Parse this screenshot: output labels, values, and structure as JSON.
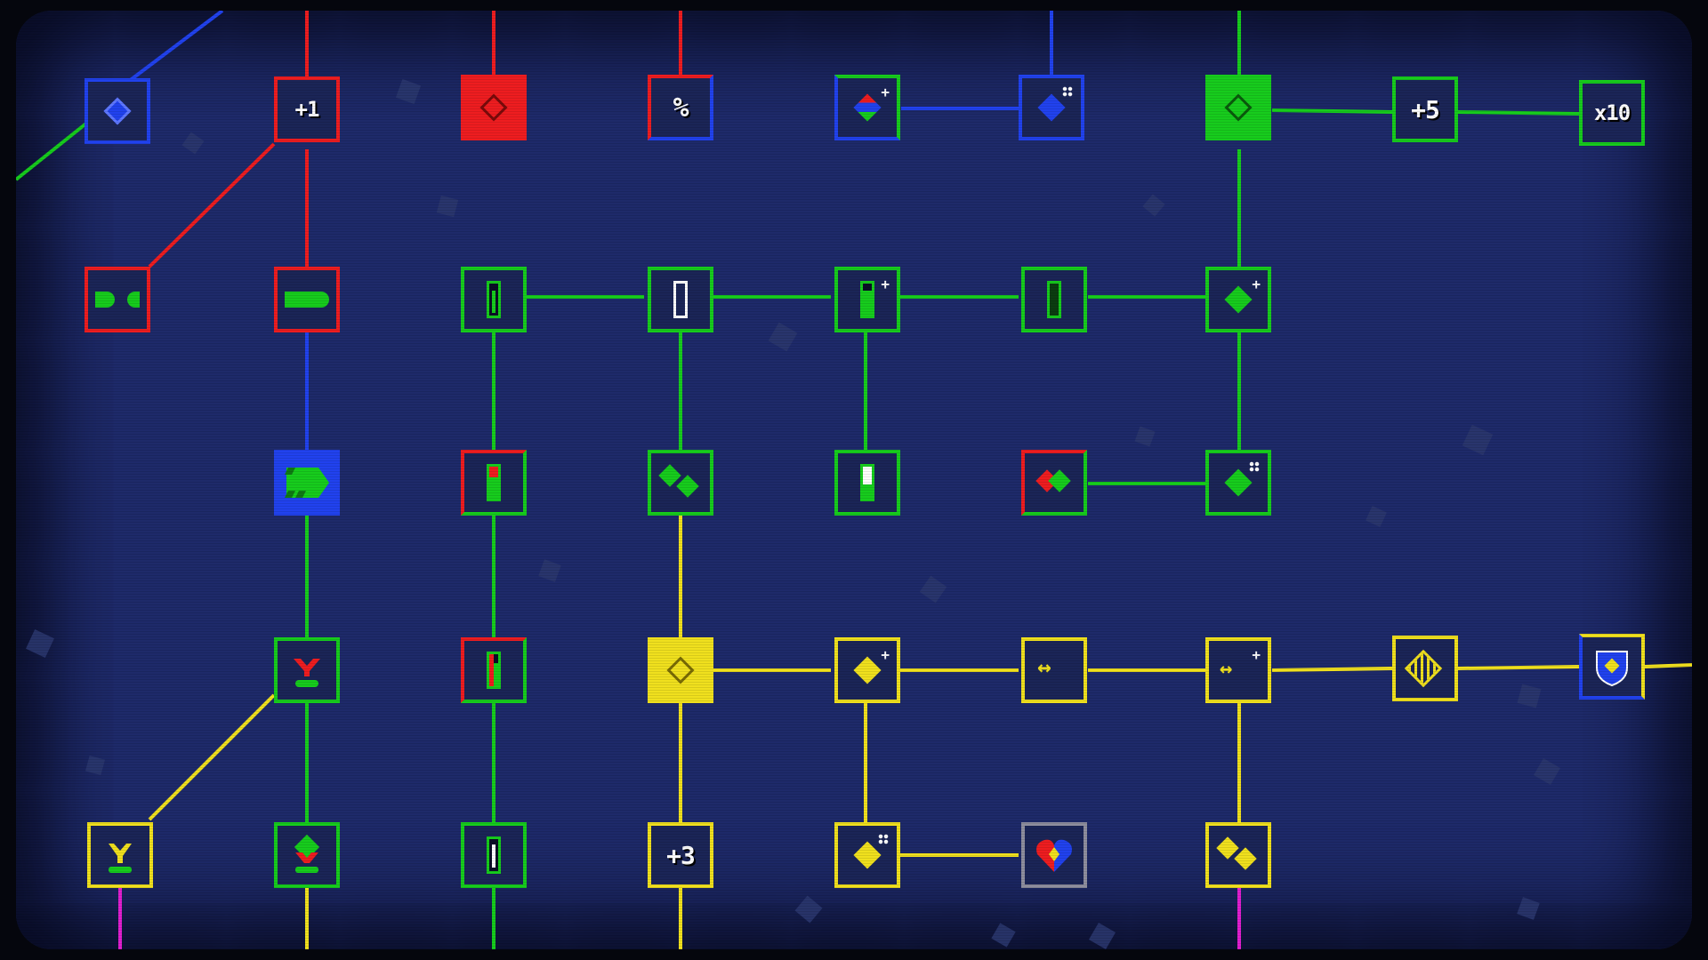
{
  "colors": {
    "background": "#1e2a6a",
    "red": "#ee1d20",
    "blue": "#2142ee",
    "green": "#17cc1d",
    "yellow": "#f0e01e",
    "magenta": "#e11fd0",
    "gray": "#8e8e9e"
  },
  "skill_tree": {
    "nodes": [
      {
        "id": "n_blue_core",
        "icon": "blue-diamond-icon",
        "label": ""
      },
      {
        "id": "n_red_plus1",
        "icon": "plus-one-turret-icon",
        "label": "+1"
      },
      {
        "id": "n_red_core",
        "icon": "red-core-diamond-icon",
        "label": ""
      },
      {
        "id": "n_percent",
        "icon": "percent-icon",
        "label": ""
      },
      {
        "id": "n_multi_diamond_plus",
        "icon": "rgb-diamond-plus-icon",
        "label": ""
      },
      {
        "id": "n_blue_diamond_dots",
        "icon": "blue-diamond-dots-icon",
        "label": ""
      },
      {
        "id": "n_green_core",
        "icon": "green-core-diamond-icon",
        "label": ""
      },
      {
        "id": "n_plus5",
        "icon": "plus-five-icon",
        "label": "+5"
      },
      {
        "id": "n_x10",
        "icon": "times-ten-icon",
        "label": "x10"
      },
      {
        "id": "n_red_bullets",
        "icon": "split-bullets-icon",
        "label": ""
      },
      {
        "id": "n_red_bullet",
        "icon": "bullet-icon",
        "label": ""
      },
      {
        "id": "n_bar_double",
        "icon": "double-bar-icon",
        "label": ""
      },
      {
        "id": "n_bar_white",
        "icon": "white-bar-icon",
        "label": ""
      },
      {
        "id": "n_bar_plus",
        "icon": "bar-plus-icon",
        "label": ""
      },
      {
        "id": "n_bar_dark",
        "icon": "dark-bar-icon",
        "label": ""
      },
      {
        "id": "n_green_diamond_plus",
        "icon": "green-diamond-plus-icon",
        "label": ""
      },
      {
        "id": "n_blue_arrow",
        "icon": "chevron-arrow-icon",
        "label": ""
      },
      {
        "id": "n_bar_red",
        "icon": "red-bar-icon",
        "label": ""
      },
      {
        "id": "n_green_pair",
        "icon": "green-diamond-pair-icon",
        "label": ""
      },
      {
        "id": "n_bar_half",
        "icon": "half-bar-icon",
        "label": ""
      },
      {
        "id": "n_broken_heart",
        "icon": "broken-heart-icon",
        "label": ""
      },
      {
        "id": "n_green_diamond_dots",
        "icon": "green-diamond-dots-icon",
        "label": ""
      },
      {
        "id": "n_red_turret",
        "icon": "red-turret-icon",
        "label": ""
      },
      {
        "id": "n_bar_red_split",
        "icon": "red-split-bar-icon",
        "label": ""
      },
      {
        "id": "n_yellow_core",
        "icon": "yellow-core-diamond-icon",
        "label": ""
      },
      {
        "id": "n_yellow_diamond_plus",
        "icon": "yellow-diamond-plus-icon",
        "label": ""
      },
      {
        "id": "n_yellow_arrows",
        "icon": "double-arrow-icon",
        "label": ""
      },
      {
        "id": "n_yellow_arrows_plus",
        "icon": "double-arrow-plus-icon",
        "label": ""
      },
      {
        "id": "n_yellow_mesh",
        "icon": "mesh-diamond-icon",
        "label": ""
      },
      {
        "id": "n_shield",
        "icon": "shield-diamond-icon",
        "label": ""
      },
      {
        "id": "n_yellow_turret",
        "icon": "yellow-turret-icon",
        "label": ""
      },
      {
        "id": "n_green_turret",
        "icon": "green-turret-icon",
        "label": ""
      },
      {
        "id": "n_bar_one",
        "icon": "bar-one-icon",
        "label": ""
      },
      {
        "id": "n_plus3",
        "icon": "plus-three-icon",
        "label": "+3"
      },
      {
        "id": "n_yellow_diamond_dots",
        "icon": "yellow-diamond-dots-icon",
        "label": ""
      },
      {
        "id": "n_tri_heart",
        "icon": "tricolor-heart-icon",
        "label": ""
      },
      {
        "id": "n_yellow_pair",
        "icon": "yellow-diamond-pair-icon",
        "label": ""
      }
    ]
  }
}
